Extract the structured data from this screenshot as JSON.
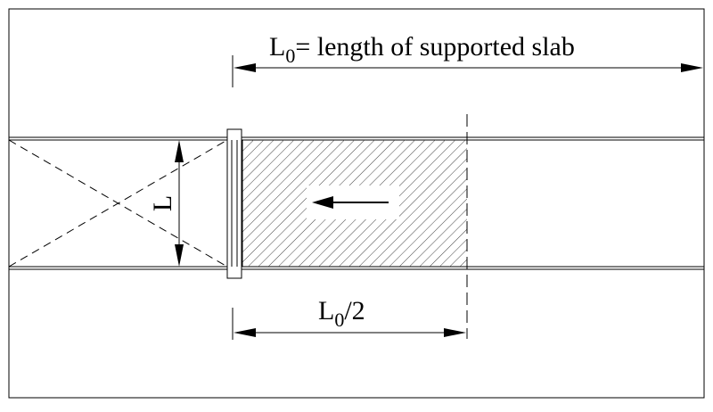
{
  "labels": {
    "top_dimension": {
      "symbol": "L",
      "subscript": "0",
      "text": "= length of supported slab"
    },
    "width_dimension": {
      "symbol": "L"
    },
    "bottom_dimension": {
      "symbol": "L",
      "subscript": "0",
      "text": "/2"
    }
  },
  "colors": {
    "line": "#000000",
    "hatch": "#444444",
    "background": "#ffffff"
  },
  "icons": {
    "direction_arrow": "arrow-left-icon",
    "dimension_arrows": "dimension-arrow-icon"
  }
}
